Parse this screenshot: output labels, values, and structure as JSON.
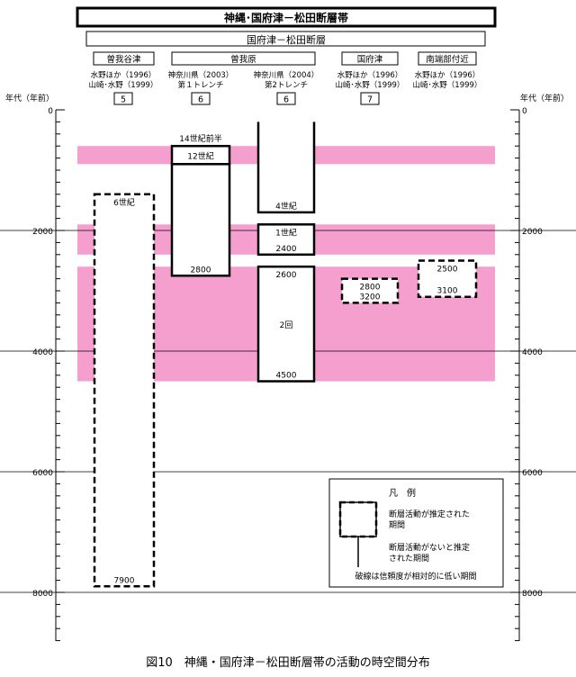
{
  "title_main": "神縄･国府津－松田断層帯",
  "title_sub": "国府津－松田断層",
  "axis": {
    "label": "年代（年前）",
    "range": [
      0,
      8800
    ],
    "major_ticks": [
      0,
      2000,
      4000,
      6000,
      8000
    ],
    "minor_step": 200
  },
  "colors": {
    "highlight": "#f59fcf",
    "line": "#000000"
  },
  "highlight_bands": [
    {
      "from": 600,
      "to": 900
    },
    {
      "from": 1900,
      "to": 2400
    },
    {
      "from": 2600,
      "to": 4500
    }
  ],
  "site_groups": [
    {
      "name": "曽我谷津",
      "span": [
        0
      ]
    },
    {
      "name": "曽我原",
      "span": [
        1,
        2
      ]
    },
    {
      "name": "国府津",
      "span": [
        3
      ]
    },
    {
      "name": "南端部付近",
      "span": [
        4
      ]
    }
  ],
  "columns": [
    {
      "id": "c1",
      "refs": [
        "水野ほか（1996）",
        "山崎･水野（1999）"
      ],
      "number": "5"
    },
    {
      "id": "c2",
      "refs": [
        "神奈川県（2003）",
        "第１トレンチ"
      ],
      "number": "6"
    },
    {
      "id": "c3",
      "refs": [
        "神奈川県（2004）",
        "第2トレンチ"
      ],
      "number": "6"
    },
    {
      "id": "c4",
      "refs": [
        "水野ほか（1996）",
        "山崎･水野（1999）"
      ],
      "number": "7"
    },
    {
      "id": "c5",
      "refs": [
        "水野ほか（1996）",
        "山崎･水野（1999）"
      ],
      "number": ""
    }
  ],
  "periods": [
    {
      "column": 0,
      "from": 1400,
      "to": 7900,
      "style": "dashed",
      "labels": [
        {
          "text": "6世紀",
          "pos": "top"
        },
        {
          "text": "7900",
          "pos": "bottom"
        }
      ]
    },
    {
      "column": 1,
      "from": 600,
      "to": 900,
      "style": "solid",
      "labels": [
        {
          "text": "14世紀前半",
          "pos": "above"
        },
        {
          "text": "12世紀",
          "pos": "middle"
        }
      ]
    },
    {
      "column": 1,
      "from": 900,
      "to": 2750,
      "style": "solid",
      "labels": [
        {
          "text": "2800",
          "pos": "bottom"
        }
      ]
    },
    {
      "column": 2,
      "from": 200,
      "to": 1700,
      "style": "solid-open-top",
      "labels": [
        {
          "text": "4世紀",
          "pos": "bottom"
        }
      ]
    },
    {
      "column": 2,
      "from": 1900,
      "to": 2400,
      "style": "solid",
      "labels": [
        {
          "text": "1世紀",
          "pos": "top"
        },
        {
          "text": "2400",
          "pos": "bottom"
        }
      ]
    },
    {
      "column": 2,
      "from": 2600,
      "to": 4500,
      "style": "solid",
      "labels": [
        {
          "text": "2600",
          "pos": "top"
        },
        {
          "text": "2回",
          "pos": "middle"
        },
        {
          "text": "4500",
          "pos": "bottom"
        }
      ]
    },
    {
      "column": 3,
      "from": 2800,
      "to": 3200,
      "style": "dashed",
      "labels": [
        {
          "text": "2800",
          "pos": "top"
        },
        {
          "text": "3200",
          "pos": "bottom"
        }
      ]
    },
    {
      "column": 4,
      "from": 2500,
      "to": 3100,
      "style": "dashed",
      "labels": [
        {
          "text": "2500",
          "pos": "top"
        },
        {
          "text": "3100",
          "pos": "bottom"
        }
      ]
    }
  ],
  "legend": {
    "title": "凡　例",
    "dashed_label": [
      "断層活動が推定された",
      "期間"
    ],
    "solid_label": [
      "断層活動がないと推定",
      "された期間"
    ],
    "note": "破線は信頼度が相対的に低い期間"
  },
  "caption": "図10　神縄・国府津－松田断層帯の活動の時空間分布"
}
